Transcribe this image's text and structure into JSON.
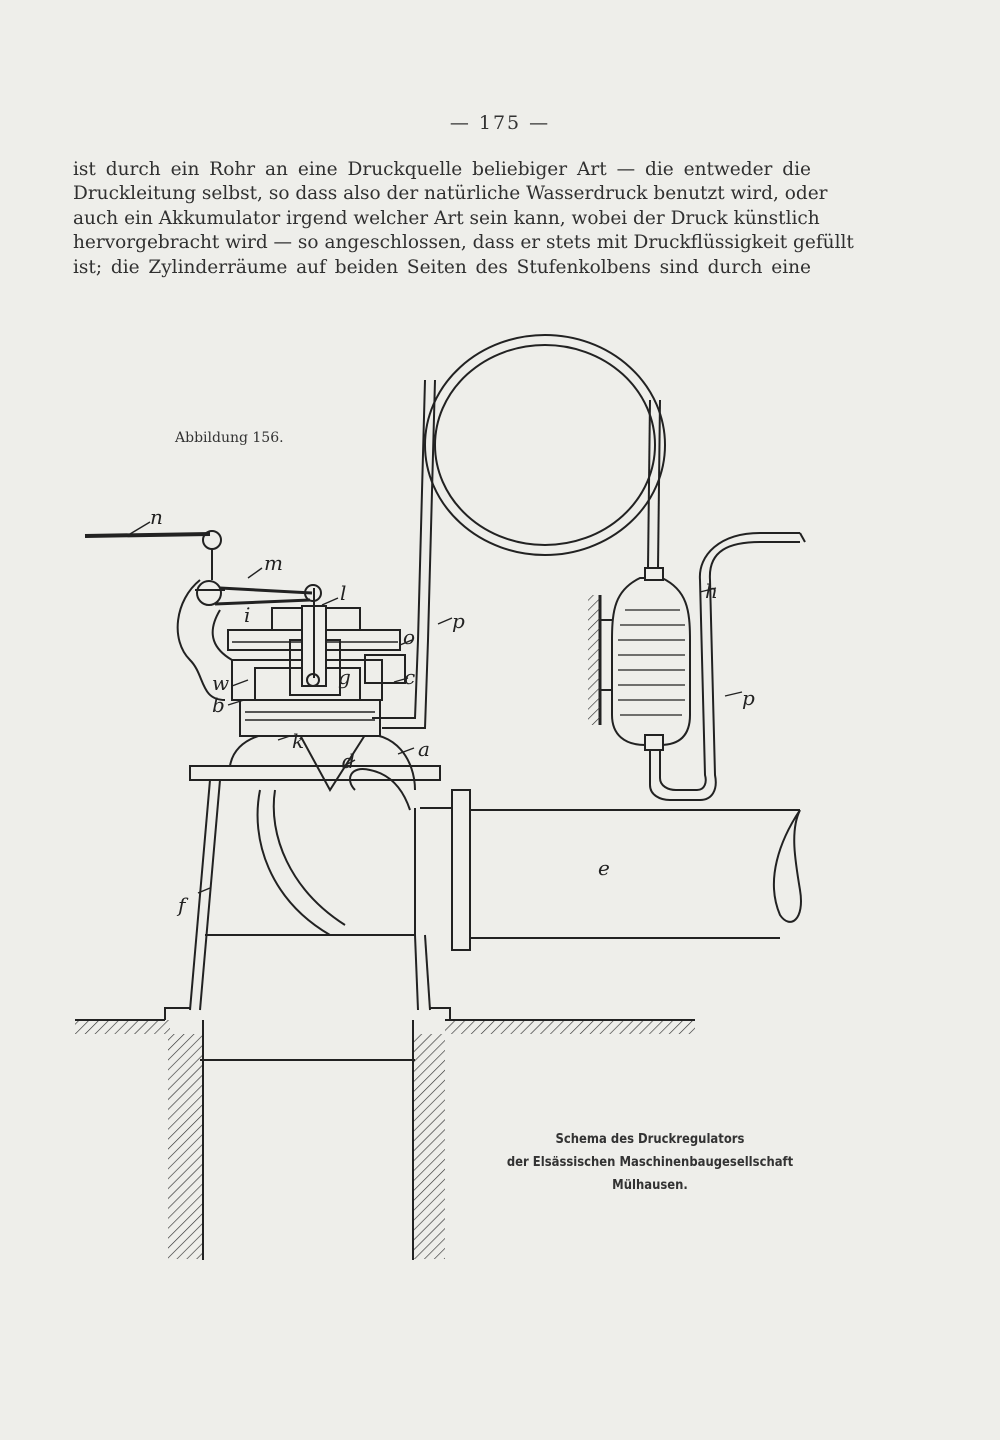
{
  "page": {
    "number": "— 175 —",
    "text_lines": [
      "ist durch ein Rohr an eine Druckquelle beliebiger Art — die entweder die",
      "Druckleitung selbst, so dass also der natürliche Wasserdruck benutzt wird, oder",
      "auch ein Akkumulator irgend welcher Art sein kann, wobei der Druck künstlich",
      "hervorgebracht wird — so angeschlossen, dass er stets mit Druckflüssigkeit gefüllt",
      "ist; die Zylinderräume auf beiden Seiten des Stufenkolbens sind durch eine"
    ]
  },
  "figure": {
    "label": "Abbildung 156.",
    "caption_lines": [
      "Schema des Druckregulators",
      "der Elsässischen Maschinenbaugesellschaft",
      "Mülhausen."
    ],
    "part_labels": {
      "n": "n",
      "m": "m",
      "l": "l",
      "i": "i",
      "p1": "p",
      "o": "o",
      "c": "c",
      "g": "g",
      "w": "w",
      "b": "b",
      "k": "k",
      "a": "a",
      "d": "d",
      "e": "e",
      "f": "f",
      "h": "h",
      "p2": "p"
    }
  }
}
